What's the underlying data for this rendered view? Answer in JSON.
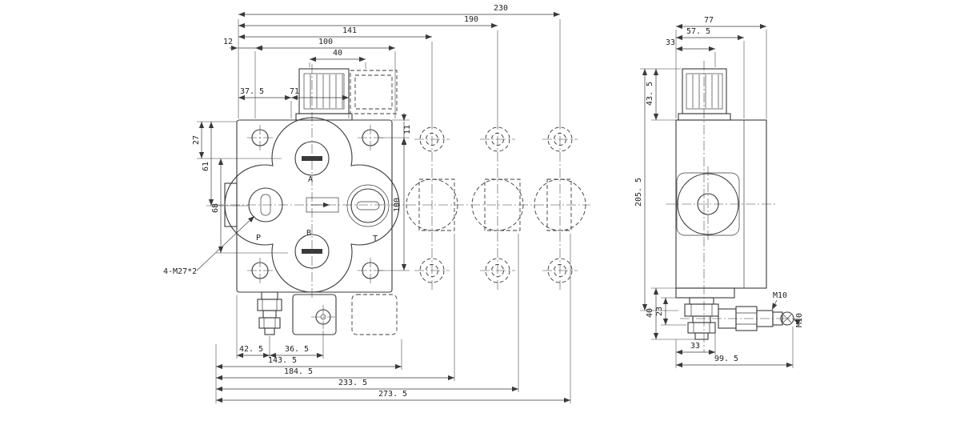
{
  "drawing": {
    "type": "engineering-drawing",
    "subject": "sectional directional control valve, two orthographic views with phantom added sections"
  },
  "front": {
    "d230": "230",
    "d190": "190",
    "d141": "141",
    "d12": "12",
    "d100_top": "100",
    "d40": "40",
    "d37_5": "37. 5",
    "d71": "71",
    "d27": "27",
    "d61": "61",
    "d68": "68",
    "d11": "11",
    "d100_right": "100",
    "port_a": "A",
    "port_b": "B",
    "port_p": "P",
    "port_t": "T",
    "note": "4-M27*2",
    "d42_5": "42. 5",
    "d36_5": "36. 5",
    "d143_5": "143. 5",
    "d184_5": "184. 5",
    "d233_5": "233. 5",
    "d273_5": "273. 5"
  },
  "side": {
    "d77": "77",
    "d57_5": "57. 5",
    "d33_top": "33",
    "d43_5": "43. 5",
    "d205_5": "205. 5",
    "d40": "40",
    "d23": "23",
    "d33_bottom": "33",
    "d99_5": "99. 5",
    "m10_a": "M10",
    "m10_b": "M10"
  },
  "colors": {
    "line": "#3a3a3a",
    "background": "#ffffff"
  }
}
